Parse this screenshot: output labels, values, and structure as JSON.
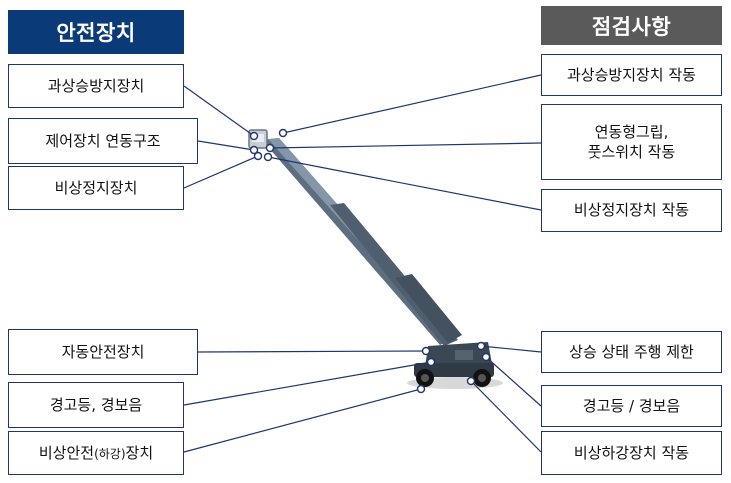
{
  "left_title": "안전장치",
  "right_title": "점검사항",
  "left_items": [
    {
      "label": "과상승방지장치"
    },
    {
      "label": "제어장치 연동구조"
    },
    {
      "label": "비상정지장치"
    },
    {
      "label": "자동안전장치"
    },
    {
      "label": "경고등, 경보음"
    },
    {
      "label_a": "비상안전",
      "label_small": "(하강)",
      "label_b": "장치"
    }
  ],
  "right_items": [
    {
      "label": "과상승방지장치 작동"
    },
    {
      "line1": "연동형그립,",
      "line2": "풋스위치 작동"
    },
    {
      "label": "비상정지장치 작동"
    },
    {
      "label": "상승 상태 주행 제한"
    },
    {
      "label": "경고등 / 경보음"
    },
    {
      "label": "비상하강장치 작동"
    }
  ],
  "colors": {
    "left_header": "#0b3a78",
    "right_header": "#5a5a5a",
    "line": "#20356e",
    "boom": "#5d6e80"
  }
}
